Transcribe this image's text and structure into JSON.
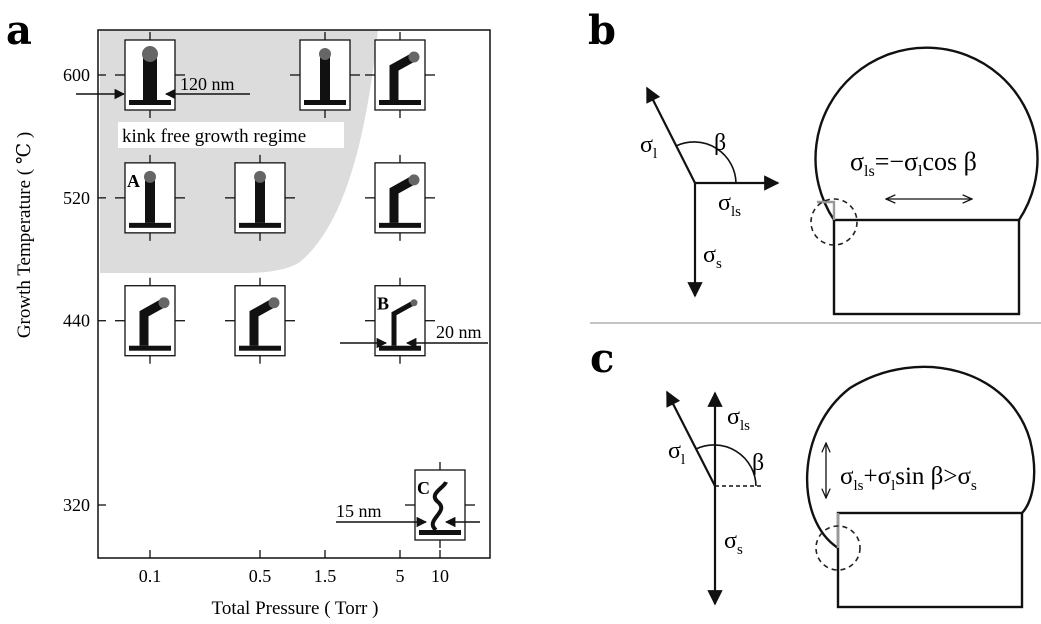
{
  "panels": {
    "a": {
      "letter": "a",
      "chart_data": {
        "type": "scatter",
        "xlabel": "Total Pressure ( Torr )",
        "ylabel": "Growth Temperature ( ℃ )",
        "x_ticks": [
          "0.1",
          "0.5",
          "1.5",
          "5",
          "10"
        ],
        "y_ticks": [
          "600",
          "520",
          "440",
          "320"
        ],
        "y_ticks_values": [
          600,
          520,
          440,
          320
        ],
        "x_scale": "log",
        "xlim": [
          0.05,
          25
        ],
        "ylim": [
          300,
          640
        ],
        "regime_label": "kink free growth regime",
        "annotations": [
          {
            "text": "120 nm"
          },
          {
            "text": "20 nm"
          },
          {
            "text": "15 nm"
          }
        ],
        "points": [
          {
            "x": 0.1,
            "y": 600,
            "morphology": "straight-wide",
            "label": "",
            "in_regime": true
          },
          {
            "x": 1.5,
            "y": 600,
            "morphology": "straight",
            "label": "",
            "in_regime": true
          },
          {
            "x": 5,
            "y": 600,
            "morphology": "kinked",
            "label": "",
            "in_regime": false
          },
          {
            "x": 0.1,
            "y": 520,
            "morphology": "straight",
            "label": "A",
            "in_regime": true
          },
          {
            "x": 0.5,
            "y": 520,
            "morphology": "straight",
            "label": "",
            "in_regime": true
          },
          {
            "x": 5,
            "y": 520,
            "morphology": "kinked",
            "label": "",
            "in_regime": false
          },
          {
            "x": 0.1,
            "y": 440,
            "morphology": "kinked",
            "label": "",
            "in_regime": false
          },
          {
            "x": 0.5,
            "y": 440,
            "morphology": "kinked",
            "label": "",
            "in_regime": false
          },
          {
            "x": 5,
            "y": 440,
            "morphology": "kinked-thin",
            "label": "B",
            "in_regime": false
          },
          {
            "x": 10,
            "y": 320,
            "morphology": "wavy",
            "label": "C",
            "in_regime": false
          }
        ]
      }
    },
    "b": {
      "letter": "b",
      "sigma_l": "σ",
      "sigma_l_sub": "l",
      "beta": "β",
      "sigma_ls": "σ",
      "sigma_ls_sub": "ls",
      "sigma_s": "σ",
      "sigma_s_sub": "s",
      "eq_lhs": "σ",
      "eq_lhs_sub": "ls",
      "eq_mid": "=−σ",
      "eq_mid_sub": "l",
      "eq_rhs": "cos β"
    },
    "c": {
      "letter": "c",
      "sigma_l": "σ",
      "sigma_l_sub": "l",
      "beta": "β",
      "sigma_ls": "σ",
      "sigma_ls_sub": "ls",
      "sigma_s": "σ",
      "sigma_s_sub": "s",
      "ineq_a": "σ",
      "ineq_a_sub": "ls",
      "ineq_b": "+σ",
      "ineq_b_sub": "l",
      "ineq_c": "sin β>σ",
      "ineq_c_sub": "s"
    }
  },
  "colors": {
    "regime_shade": "#dcdcdc",
    "ink": "#111111",
    "dashed_circle": "#222222",
    "divider": "#888888",
    "contact_line": "#999999"
  }
}
